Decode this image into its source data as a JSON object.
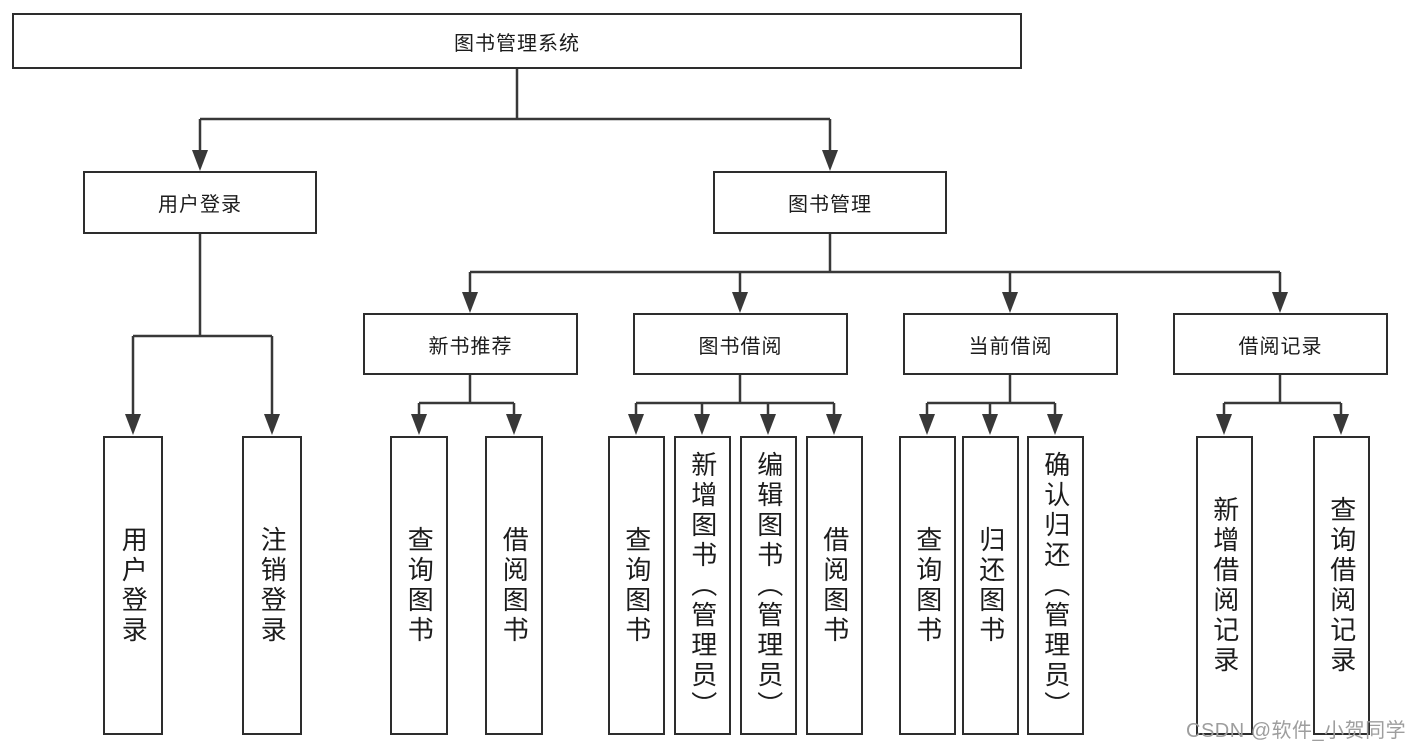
{
  "diagram": {
    "root": "图书管理系统",
    "level2": {
      "user_login": "用户登录",
      "book_management": "图书管理"
    },
    "level3": {
      "new_book_recommend": "新书推荐",
      "book_borrow": "图书借阅",
      "current_borrow": "当前借阅",
      "borrow_records": "借阅记录"
    },
    "leaves": {
      "login": [
        "用户登录",
        "注销登录"
      ],
      "recommend": [
        "查询图书",
        "借阅图书"
      ],
      "borrow": [
        "查询图书",
        "新增图书（管理员）",
        "编辑图书（管理员）",
        "借阅图书"
      ],
      "current": [
        "查询图书",
        "归还图书",
        "确认归还（管理员）"
      ],
      "records": [
        "新增借阅记录",
        "查询借阅记录"
      ]
    }
  },
  "watermark": "CSDN @软件_小贺同学",
  "colors": {
    "line": "#383838",
    "box_border": "#2d2d2d",
    "text": "#1c1c1c",
    "watermark": "#9e9e9e",
    "background": "#ffffff"
  }
}
